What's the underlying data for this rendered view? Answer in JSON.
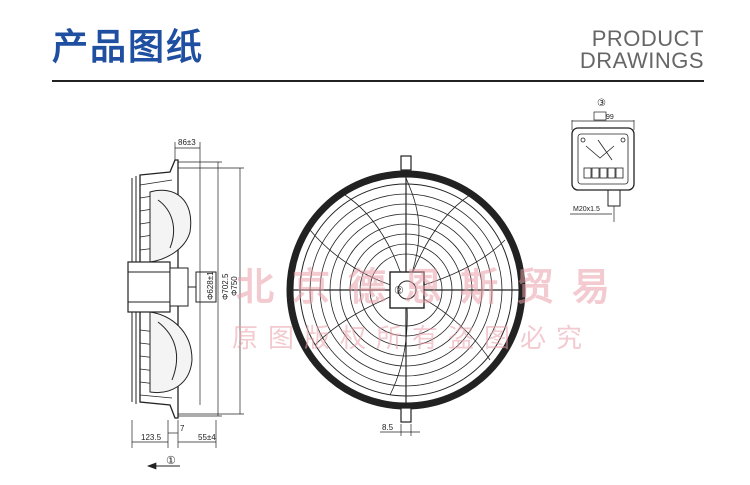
{
  "header": {
    "title_cn": "产品图纸",
    "title_en_line1": "PRODUCT",
    "title_en_line2": "DRAWINGS"
  },
  "side_view": {
    "dim_top": "86±3",
    "dim_d1": "Φ628±1",
    "dim_d2": "Φ702.5",
    "dim_d3": "Φ750",
    "dim_bottom_left": "123.5",
    "dim_bottom_mid": "7",
    "dim_bottom_right": "55±4",
    "marker": "①"
  },
  "front_view": {
    "marker": "②",
    "dim_bottom": "8.5"
  },
  "box_view": {
    "marker": "③",
    "dim_top": "99",
    "cable_label": "M20x1.5"
  },
  "watermark": {
    "line1": "北京德恩斯贸易",
    "line2": "原图版权所有盗图必究"
  },
  "colors": {
    "title_blue": "#1f4fa0",
    "line": "#222222",
    "watermark": "#e9a0a8"
  }
}
